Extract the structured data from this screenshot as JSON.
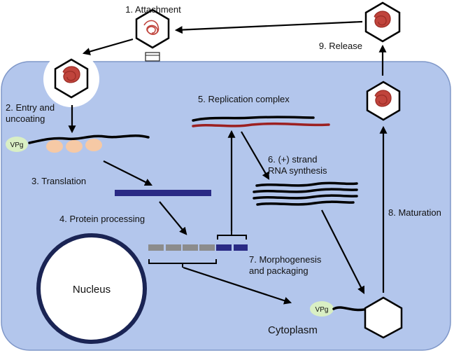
{
  "steps": {
    "attachment": "1. Attachment",
    "entry_line1": "2. Entry and",
    "entry_line2": "uncoating",
    "translation": "3. Translation",
    "protein_processing": "4. Protein processing",
    "replication_complex": "5. Replication complex",
    "rna_synthesis_line1": "6. (+) strand",
    "rna_synthesis_line2": "RNA synthesis",
    "morphogenesis_line1": "7. Morphogenesis",
    "morphogenesis_line2": "and packaging",
    "maturation": "8. Maturation",
    "release": "9. Release"
  },
  "labels": {
    "vpg_entry": "VPg",
    "vpg_packaging": "VPg",
    "nucleus": "Nucleus",
    "cytoplasm": "Cytoplasm"
  },
  "colors": {
    "cell_fill": "#b3c6ec",
    "cell_stroke": "#7f97c8",
    "protein": "#2a2a85",
    "processed_gray": "#8c8c8c",
    "negative_strand": "#9c2020",
    "ribosome": "#f6c9a5",
    "vpg": "#d9efc4",
    "viral_rna": "#c0443c"
  }
}
